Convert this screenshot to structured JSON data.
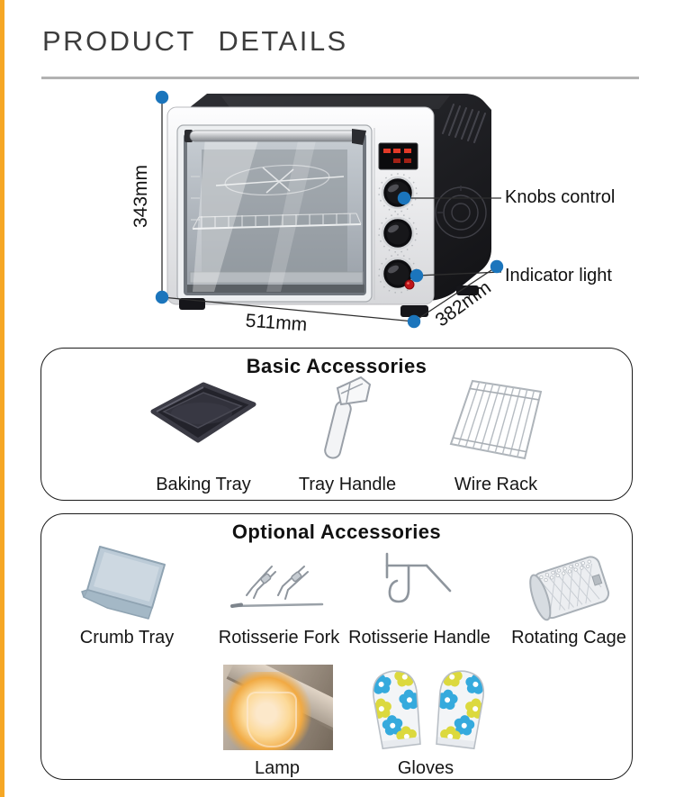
{
  "page": {
    "title": "PRODUCT DETAILS"
  },
  "hero": {
    "dimensions": {
      "height_label": "343mm",
      "width_label": "511mm",
      "depth_label": "382mm"
    },
    "callouts": {
      "knobs": "Knobs control",
      "indicator": "Indicator light"
    },
    "colors": {
      "dot_blue": "#1b75bc",
      "accent_orange": "#f6a725",
      "indicator_red": "#c01419"
    }
  },
  "basic_accessories": {
    "title": "Basic Accessories",
    "items": [
      {
        "label": "Baking Tray"
      },
      {
        "label": "Tray Handle"
      },
      {
        "label": "Wire Rack"
      }
    ]
  },
  "optional_accessories": {
    "title": "Optional Accessories",
    "items": [
      {
        "label": "Crumb Tray"
      },
      {
        "label": "Rotisserie Fork"
      },
      {
        "label": "Rotisserie Handle"
      },
      {
        "label": "Rotating Cage"
      },
      {
        "label": "Lamp"
      },
      {
        "label": "Gloves"
      }
    ]
  }
}
